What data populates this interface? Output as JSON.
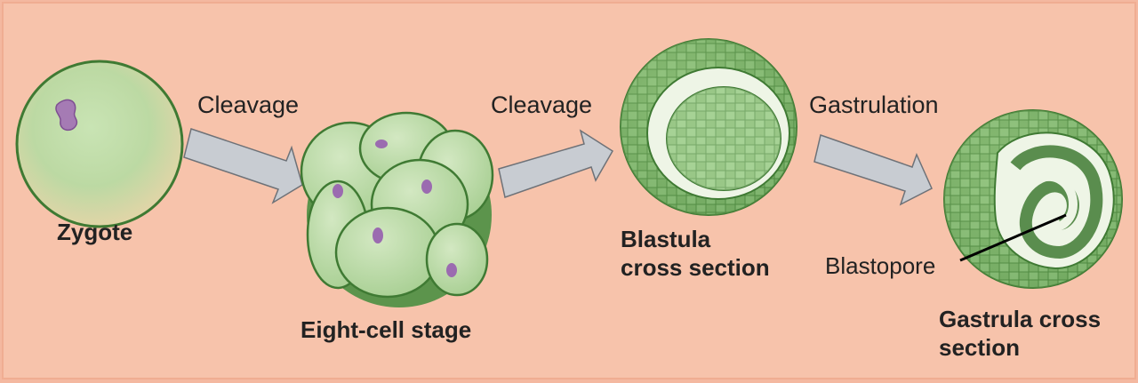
{
  "process_labels": [
    "Cleavage",
    "Cleavage",
    "Gastrulation"
  ],
  "stages": {
    "zygote": "Zygote",
    "eight_cell": "Eight-cell stage",
    "blastula": [
      "Blastula",
      "cross section"
    ],
    "gastrula": [
      "Gastrula cross",
      "section"
    ]
  },
  "annotation": "Blastopore",
  "colors": {
    "background": "#f7c3ab",
    "cell_green": "#b6d7a0",
    "cell_dark_green": "#4d8a3f",
    "nucleus_purple": "#9b6bb0",
    "arrow_gray": "#c8ccd2"
  }
}
